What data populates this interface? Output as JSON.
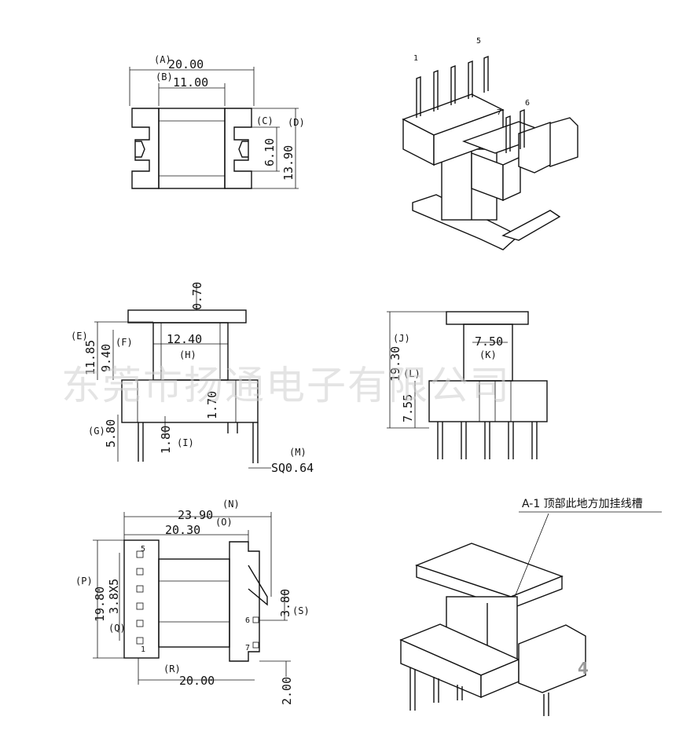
{
  "views": {
    "top": {
      "dims": [
        {
          "id": "A",
          "label": "(A)",
          "value": "20.00"
        },
        {
          "id": "B",
          "label": "(B)",
          "value": "11.00"
        },
        {
          "id": "C",
          "label": "(C)",
          "value": "6.10"
        },
        {
          "id": "D",
          "label": "(D)",
          "value": "13.90"
        }
      ]
    },
    "iso_top": {
      "pin_labels": [
        "1",
        "5",
        "7",
        "6"
      ]
    },
    "front": {
      "dims": [
        {
          "id": "E",
          "label": "(E)",
          "value": "11.85"
        },
        {
          "id": "F",
          "label": "(F)",
          "value": "9.40"
        },
        {
          "id": "H",
          "label": "(H)",
          "value": "12.40"
        },
        {
          "id": "G",
          "label": "(G)",
          "value": "5.80"
        },
        {
          "id": "I",
          "label": "(I)",
          "value": "1.80"
        },
        {
          "id": "M",
          "label": "(M)",
          "value": "SQ0.64"
        }
      ],
      "extra": [
        "0.70",
        "1.70"
      ]
    },
    "side": {
      "dims": [
        {
          "id": "J",
          "label": "(J)",
          "value": "19.30"
        },
        {
          "id": "K",
          "label": "(K)",
          "value": "7.50"
        },
        {
          "id": "L",
          "label": "(L)",
          "value": "7.55"
        }
      ]
    },
    "bottom": {
      "dims": [
        {
          "id": "N",
          "label": "(N)",
          "value": "23.90"
        },
        {
          "id": "O",
          "label": "(O)",
          "value": "20.30"
        },
        {
          "id": "P",
          "label": "(P)",
          "value": "19.80"
        },
        {
          "id": "Q",
          "label": "(Q)",
          "value": "3.8X5"
        },
        {
          "id": "R",
          "label": "(R)",
          "value": "20.00"
        },
        {
          "id": "S",
          "label": "(S)",
          "value": "3.80"
        }
      ],
      "extra": [
        "2.00"
      ],
      "pin_labels": [
        "5",
        "1",
        "6",
        "7"
      ]
    },
    "iso_bottom": {
      "note": "A-1 顶部此地方加挂线槽"
    }
  },
  "watermark": "东莞市扬通电子有限公司",
  "page_number": "4"
}
